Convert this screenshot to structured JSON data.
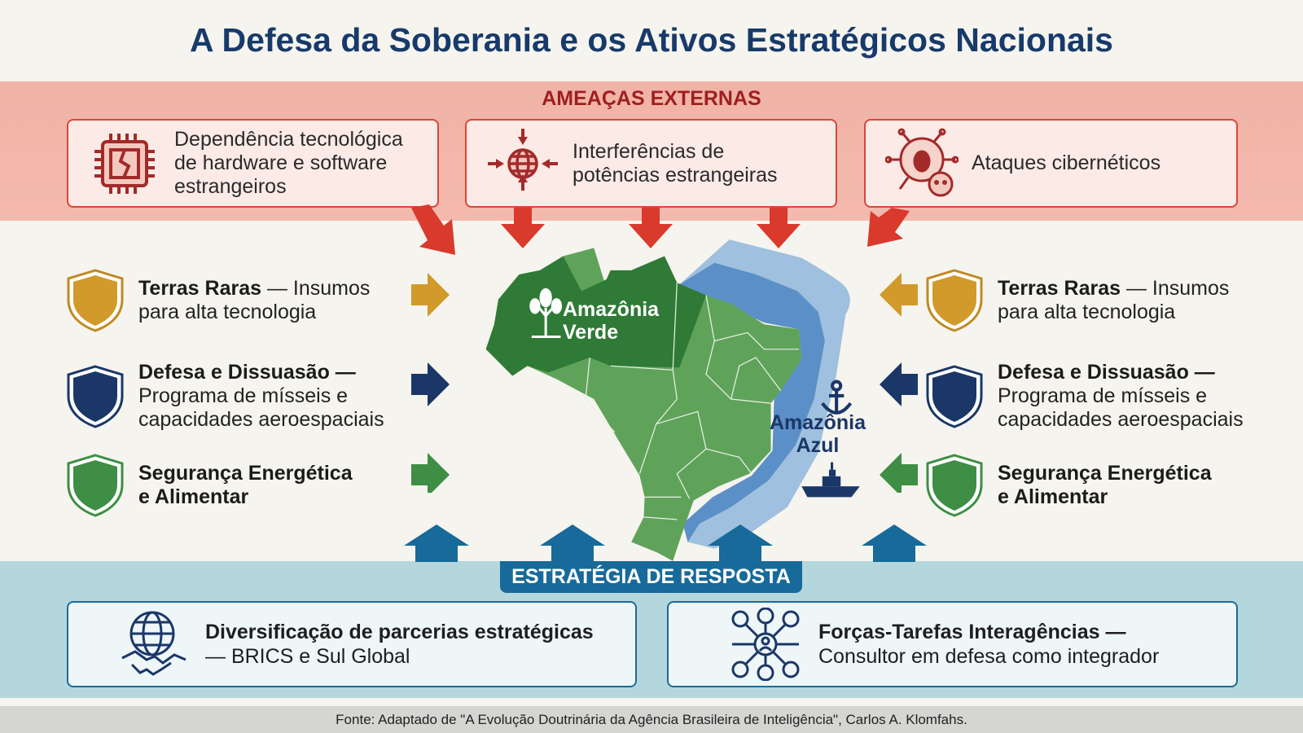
{
  "title": "A Defesa da Soberania e os Ativos Estratégicos Nacionais",
  "threats": {
    "header": "AMEAÇAS EXTERNAS",
    "items": [
      {
        "icon": "broken-chip-icon",
        "text": "Dependência tecnológica de hardware e software estrangeiros"
      },
      {
        "icon": "globe-arrows-icon",
        "text": "Interferências de potências estrangeiras"
      },
      {
        "icon": "bug-skull-network-icon",
        "text": "Ataques cibernéticos"
      }
    ]
  },
  "assets": [
    {
      "icon": "shield-gold-icon",
      "title": "Terras Raras",
      "desc": "— Insumos para alta tecnologia",
      "color": "#d19a2a"
    },
    {
      "icon": "shield-navy-icon",
      "title": "Defesa e Dissuasão —",
      "desc": "Programa de mísseis e capacidades aeroespaciais",
      "color": "#1b3768"
    },
    {
      "icon": "shield-green-icon",
      "title": "Segurança Energética e Alimentar",
      "desc": "",
      "color": "#3e8e45"
    }
  ],
  "map": {
    "green_label": "Amazônia Verde",
    "blue_label": "Amazônia Azul"
  },
  "response": {
    "header": "ESTRATÉGIA DE RESPOSTA",
    "items": [
      {
        "icon": "globe-handshake-icon",
        "title": "Diversificação de parcerias estratégicas",
        "desc": "— BRICS e Sul Global"
      },
      {
        "icon": "network-people-icon",
        "title": "Forças-Tarefas Interagências —",
        "desc": "Consultor em defesa como integrador"
      }
    ]
  },
  "footer": "Fonte: Adaptado de \"A Evolução Doutrinária da Agência Brasileira de Inteligência\", Carlos A. Klomfahs."
}
